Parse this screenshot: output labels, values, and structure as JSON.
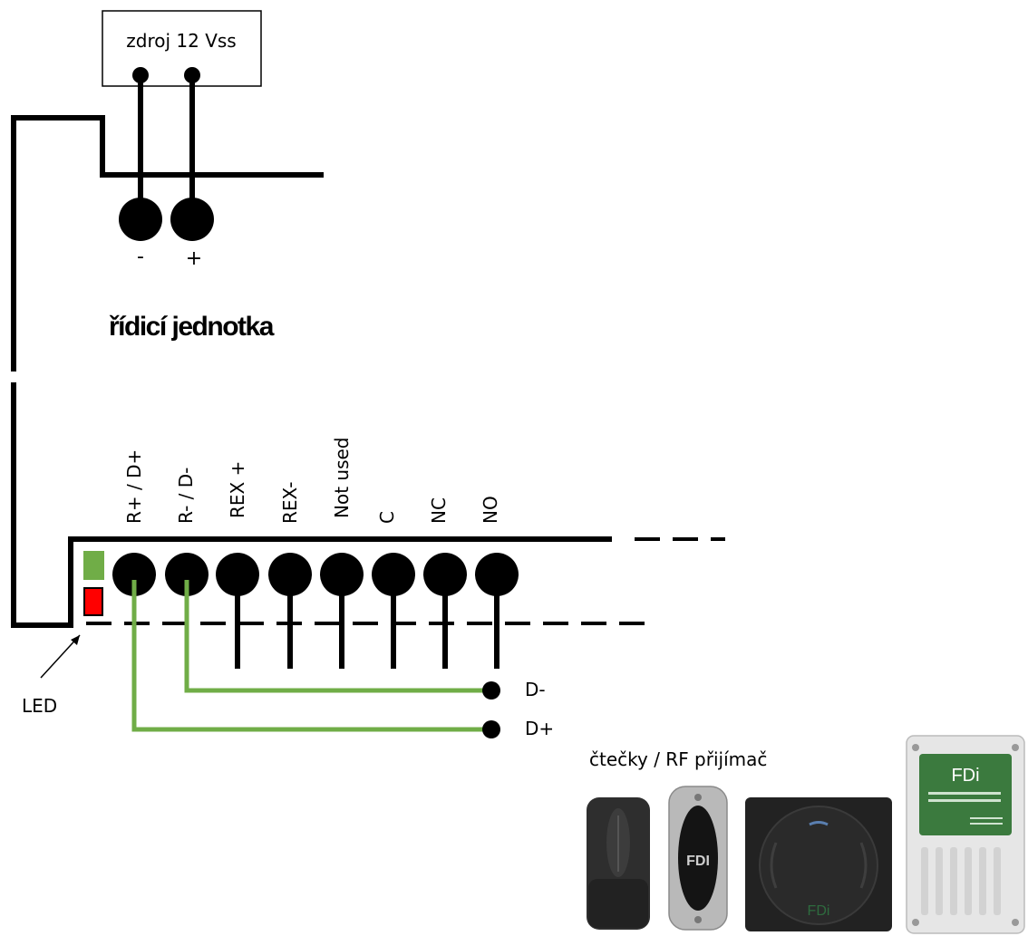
{
  "power_supply": {
    "label": "zdroj 12 Vss"
  },
  "controller": {
    "title": "řídicí jednotka",
    "power_terminals": {
      "minus": "-",
      "plus": "+"
    },
    "terminals": [
      "R+ / D+",
      "R- / D-",
      "REX +",
      "REX-",
      "Not used",
      "C",
      "NC",
      "NO"
    ]
  },
  "led": {
    "label": "LED",
    "colors": {
      "green": "#70ad47",
      "red": "#ff0000"
    }
  },
  "reader": {
    "title": "čtečky / RF přijímač",
    "pins": {
      "d_minus": "D-",
      "d_plus": "D+"
    },
    "devices": [
      {
        "name": "reader-black",
        "icon": "card-reader-icon"
      },
      {
        "name": "reader-grey",
        "icon": "card-reader-icon",
        "logo": "FDI"
      },
      {
        "name": "rf-receiver",
        "icon": "rf-receiver-icon",
        "logo": "FDi"
      },
      {
        "name": "rf-module",
        "icon": "rf-module-icon",
        "logo": "FDi"
      }
    ]
  },
  "wire_color": "#70ad47"
}
